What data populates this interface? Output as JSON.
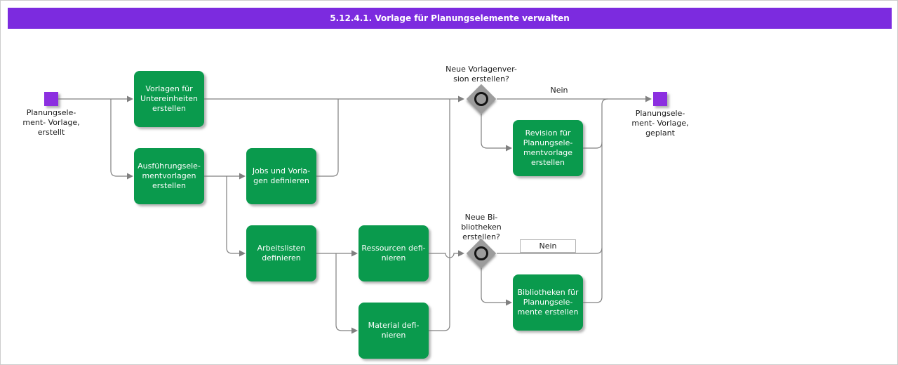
{
  "title_bar": {
    "text": "5.12.4.1. Vorlage für Planungselemente verwalten"
  },
  "events": {
    "start": {
      "label": "Planungsele-\nment- Vorlage,\nerstellt"
    },
    "end": {
      "label": "Planungsele-\nment- Vorlage,\ngeplant"
    }
  },
  "tasks": [
    {
      "label": "Vorlagen für\nUntereinheiten\nerstellen"
    },
    {
      "label": "Ausführungsele-\nmentvorlagen\nerstellen"
    },
    {
      "label": "Jobs und Vorla-\ngen definieren"
    },
    {
      "label": "Arbeitslisten\ndefinieren"
    },
    {
      "label": "Ressourcen defi-\nnieren"
    },
    {
      "label": "Material defi-\nnieren"
    },
    {
      "label": "Revision für\nPlanungsele-\nmentvorlage\nerstellen"
    },
    {
      "label": "Bibliotheken für\nPlanungsele-\nmente erstellen"
    }
  ],
  "decisions": [
    {
      "question": "Neue Vorlagenver-\nsion erstellen?",
      "branch_label": "Nein"
    },
    {
      "question": "Neue Bi-\nbliotheken\nerstellen?",
      "branch_label": "Nein"
    }
  ],
  "colors": {
    "title_bar": "#7c2bdf",
    "event": "#8c2fe0",
    "task": "#0a9a4d",
    "connector": "#808080",
    "decision": "#9c9c9c"
  }
}
